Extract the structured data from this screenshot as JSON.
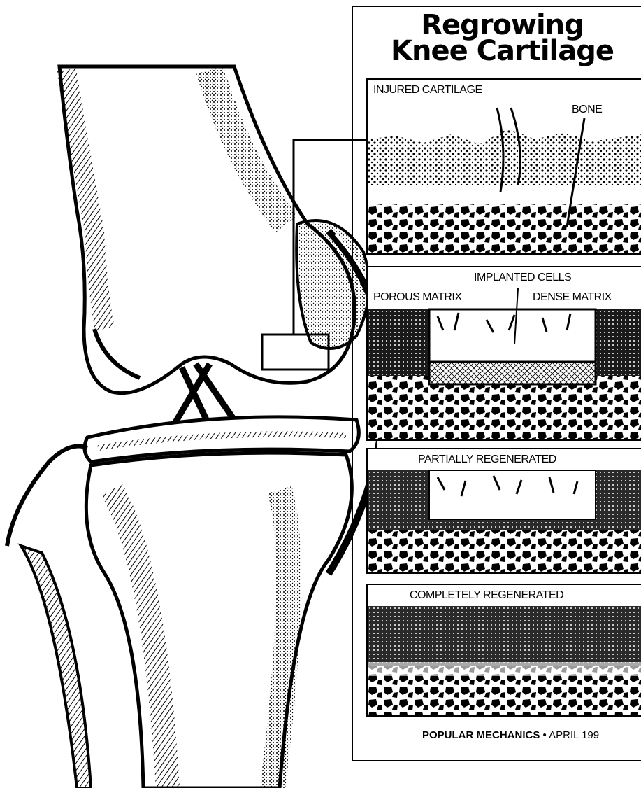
{
  "title": {
    "line1": "Regrowing",
    "line2": "Knee Cartilage"
  },
  "panels": [
    {
      "labels": {
        "a": "INJURED CARTILAGE",
        "b": "BONE"
      }
    },
    {
      "labels": {
        "a": "IMPLANTED CELLS",
        "b": "POROUS MATRIX",
        "c": "DENSE MATRIX"
      }
    },
    {
      "labels": {
        "a": "PARTIALLY REGENERATED"
      }
    },
    {
      "labels": {
        "a": "COMPLETELY REGENERATED"
      }
    }
  ],
  "credit": {
    "publication": "POPULAR MECHANICS",
    "separator": " • ",
    "date": "APRIL 199"
  },
  "colors": {
    "ink": "#000000",
    "paper": "#ffffff",
    "shade": "#3a3a3a"
  }
}
